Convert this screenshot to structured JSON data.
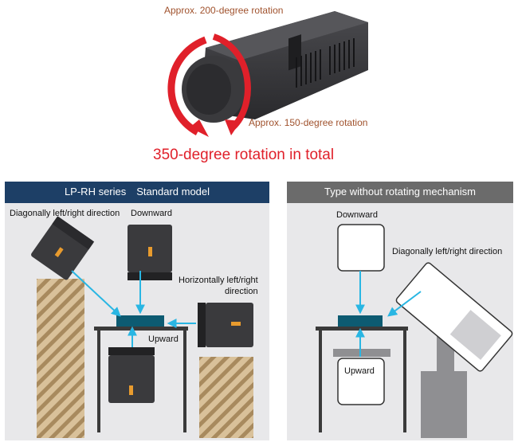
{
  "top": {
    "label_200": "Approx. 200-degree rotation",
    "label_150": "Approx. 150-degree rotation",
    "total": "350-degree rotation in total",
    "accent_color": "#e0202a",
    "label_color": "#a0522d"
  },
  "left_panel": {
    "header": "LP-RH series Standard model",
    "header_color": "#1d3f66",
    "label_diagonal": "Diagonally left/right direction",
    "label_downward": "Downward",
    "label_horizontal_1": "Horizontally left/right",
    "label_horizontal_2": "direction",
    "label_upward": "Upward"
  },
  "right_panel": {
    "header": "Type without rotating mechanism",
    "header_color": "#6b6b6b",
    "label_downward": "Downward",
    "label_diagonal": "Diagonally left/right direction",
    "label_upward": "Upward"
  },
  "arrow_color": "#29b6e3"
}
